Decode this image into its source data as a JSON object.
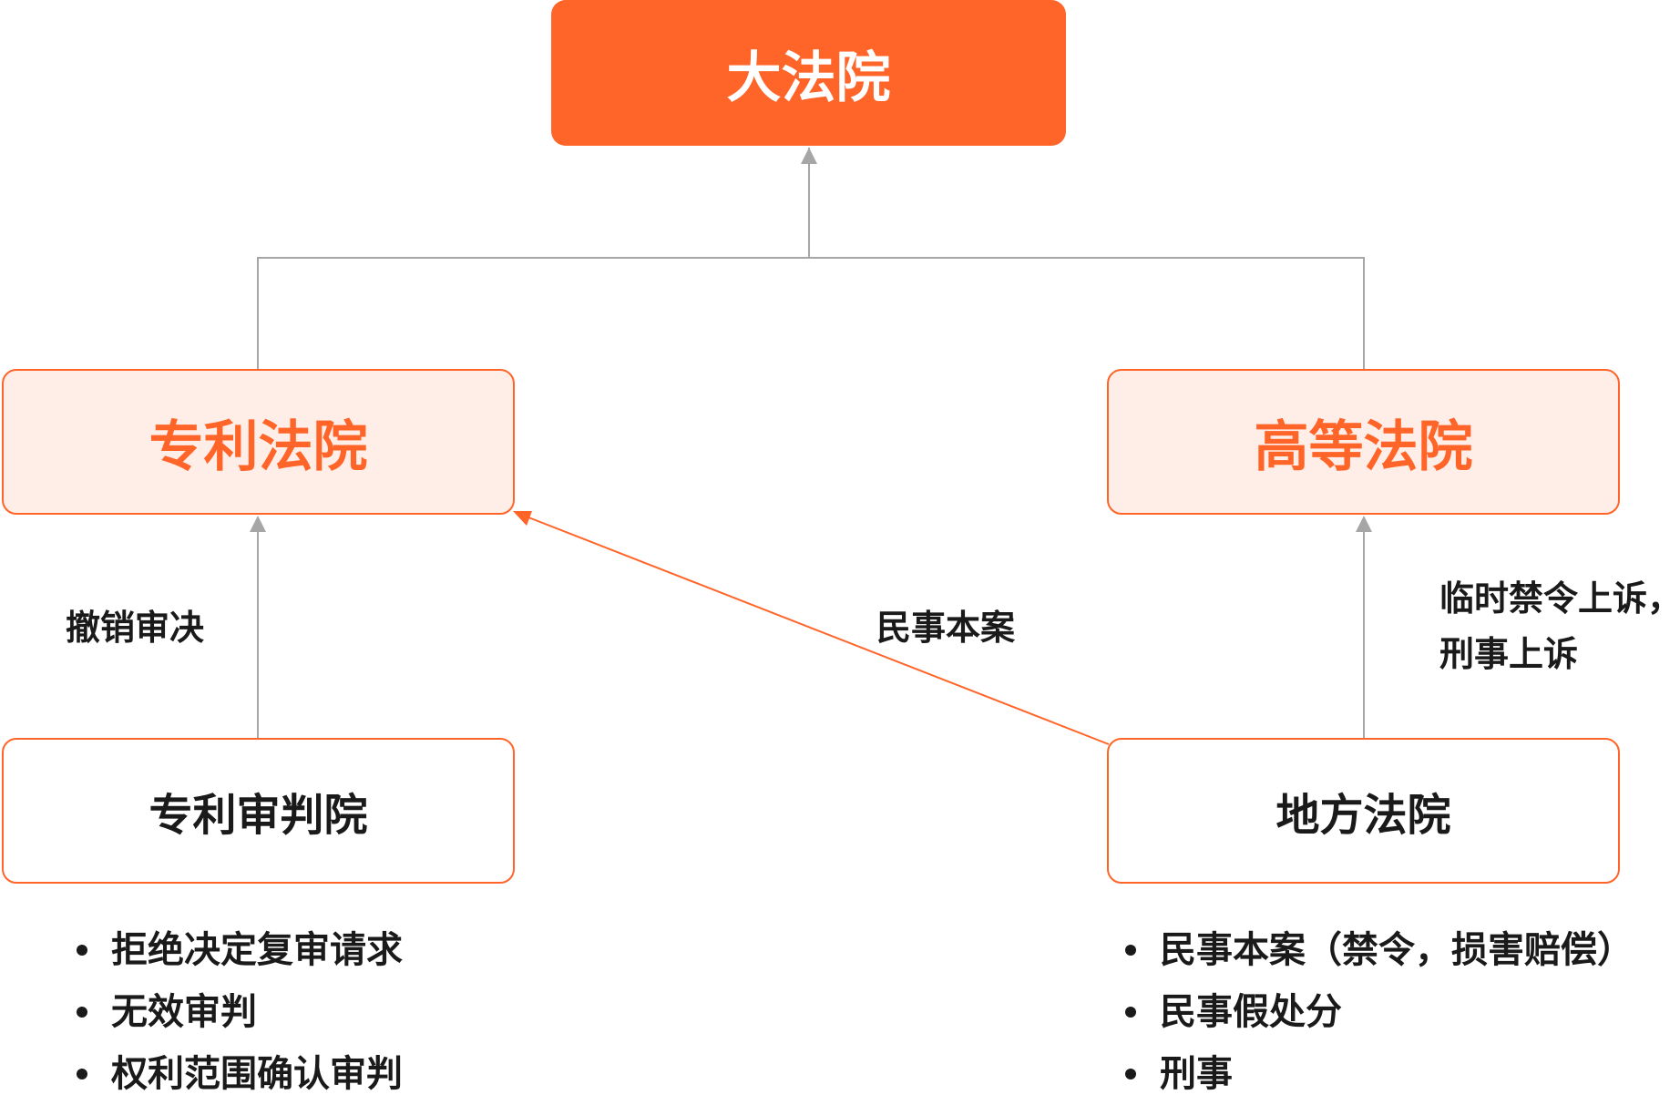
{
  "nodes": {
    "supreme": "大法院",
    "patent_court": "专利法院",
    "high_court": "高等法院",
    "patent_tribunal": "专利审判院",
    "district_court": "地方法院"
  },
  "edge_labels": {
    "revoke": "撤销审决",
    "civil": "民事本案",
    "interim_line1": "临时禁令上诉，",
    "interim_line2": "刑事上诉"
  },
  "lists": {
    "tribunal": [
      "拒绝决定复审请求",
      "无效审判",
      "权利范围确认审判"
    ],
    "district": [
      "民事本案（禁令，损害赔偿）",
      "民事假处分",
      "刑事"
    ]
  },
  "colors": {
    "accent": "#ff6428",
    "accent_light": "#ffeee8",
    "connector": "#a6a6a6",
    "text": "#1a1a1a"
  }
}
